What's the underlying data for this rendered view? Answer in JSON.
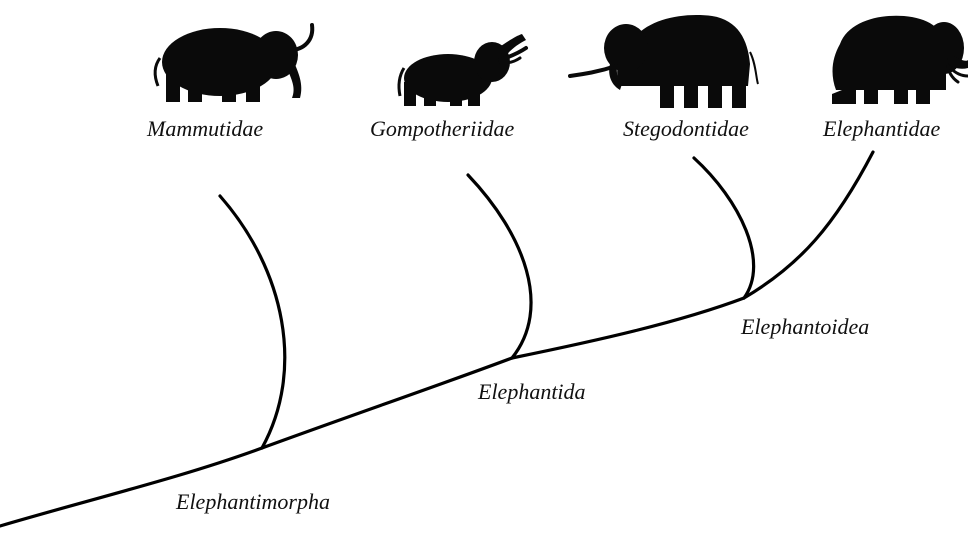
{
  "diagram": {
    "type": "cladogram",
    "colors": {
      "branch": "#000000",
      "silhouette": "#0a0a0a",
      "tusk": "#ffffff",
      "text": "#111111",
      "background": "#ffffff"
    },
    "taxa": [
      {
        "name": "Mammutidae",
        "icon": "mastodon-silhouette-icon"
      },
      {
        "name": "Gompotheriidae",
        "icon": "gomphothere-silhouette-icon"
      },
      {
        "name": "Stegodontidae",
        "icon": "stegodon-silhouette-icon"
      },
      {
        "name": "Elephantidae",
        "icon": "mammoth-silhouette-icon"
      }
    ],
    "clades": [
      {
        "name": "Elephantimorpha"
      },
      {
        "name": "Elephantida"
      },
      {
        "name": "Elephantoidea"
      }
    ]
  }
}
